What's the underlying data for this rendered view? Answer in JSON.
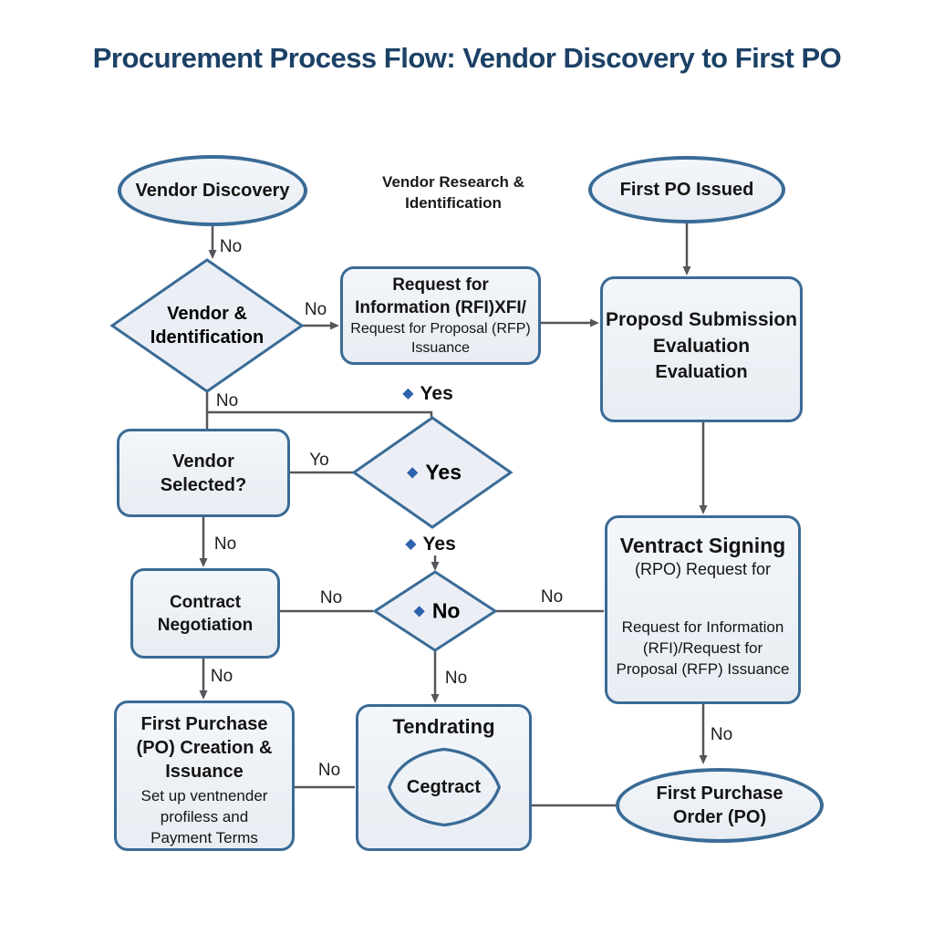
{
  "title": "Procurement Process Flow: Vendor Discovery to First PO",
  "colors": {
    "title_text": "#1c4166",
    "shape_border": "#3a6b96",
    "shape_fill": "#edf1f6",
    "connector": "#54565a",
    "bullet_accent": "#2f62ad",
    "body_text": "#141414"
  },
  "icons": {
    "diamond_bullet": "◆"
  },
  "nodes": {
    "vendor_discovery": {
      "lines": [
        "Vendor Discovery"
      ]
    },
    "vendor_research_note": {
      "lines": [
        "Vendor Research &",
        "Identification"
      ]
    },
    "first_po_issued": {
      "lines": [
        "First PO Issued"
      ]
    },
    "vendor_identification_decision": {
      "lines": [
        "Vendor &",
        "Identification"
      ]
    },
    "rfi_issuance": {
      "bold_lines": [
        "Request for",
        "Information (RFI)XFI/"
      ],
      "lines": [
        "Request for Proposal (RFP)",
        "Issuance"
      ]
    },
    "proposal_submission": {
      "lines": [
        "Proposd Submission",
        "Evaluation",
        "Evaluation"
      ]
    },
    "vendor_selected": {
      "lines": [
        "Vendor",
        "Selected?"
      ]
    },
    "yes_decision": {
      "label": "Yes"
    },
    "contract_negotiation": {
      "lines": [
        "Contract",
        "Negotiation"
      ]
    },
    "no_decision": {
      "label": "No"
    },
    "ventract_signing": {
      "title": "Ventract Signing",
      "subtitle": "(RPO) Request for",
      "lines": [
        "Request for Information",
        "(RFI)/Request for",
        "Proposal (RFP) Issuance"
      ]
    },
    "first_po_creation": {
      "bold_lines": [
        "First Purchase",
        "(PO) Creation &",
        "Issuance"
      ],
      "lines": [
        "Set up ventnender",
        "profiless and",
        "Payment Terms"
      ]
    },
    "tendrating": {
      "title": "Tendrating",
      "inner_label": "Cegtract"
    },
    "first_purchase_order": {
      "lines": [
        "First Purchase",
        "Order (PO)"
      ]
    }
  },
  "edge_labels": {
    "discovery_no": "No",
    "identification_no_right": "No",
    "identification_no_down": "No",
    "branch_yes": "Yes",
    "selected_yo": "Yo",
    "selected_no_down": "No",
    "yes_to_no_yes": "Yes",
    "contract_no_right": "No",
    "no_to_ventract": "No",
    "no_down": "No",
    "contract_no_down": "No",
    "po_creation_no": "No",
    "ventract_no_down": "No"
  }
}
